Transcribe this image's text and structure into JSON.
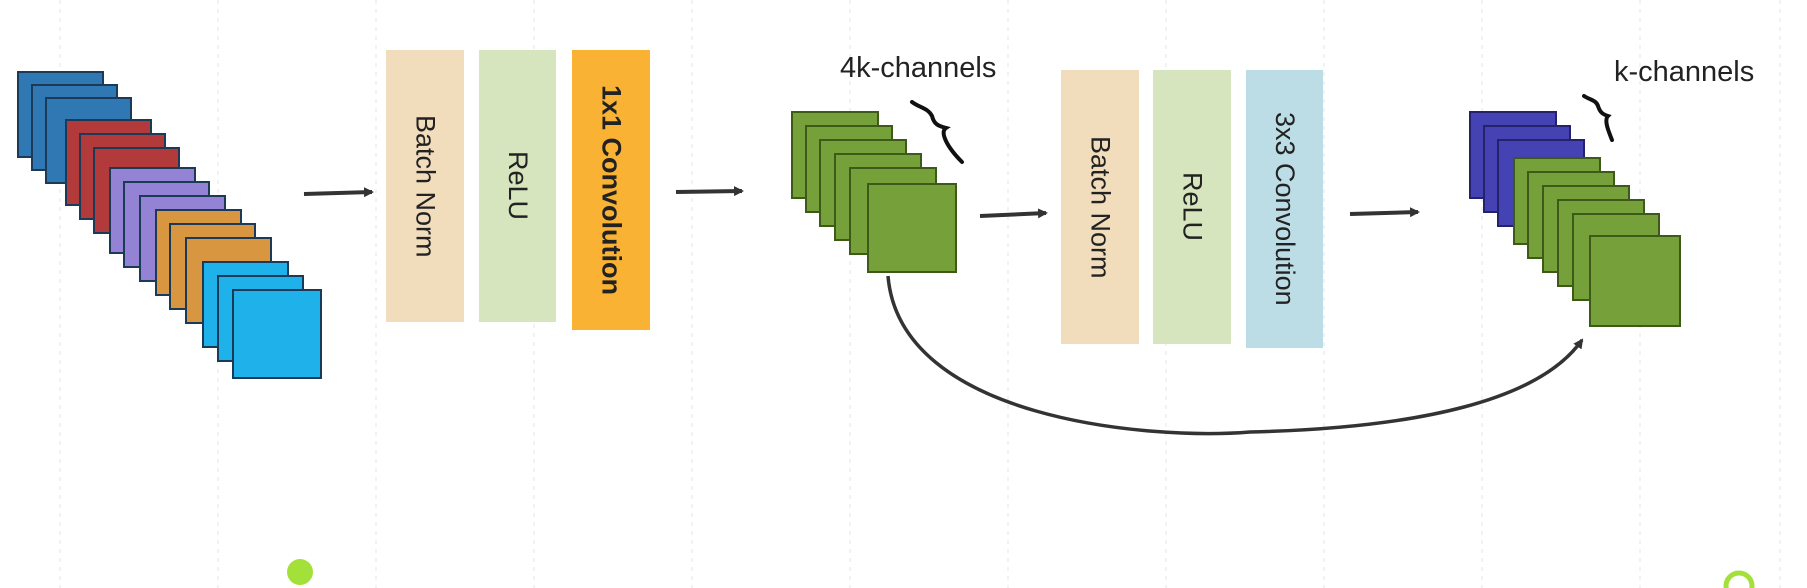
{
  "stage1": {
    "labels": [
      "Batch Norm",
      "ReLU",
      "1x1 Convolution"
    ]
  },
  "stage2": {
    "channels_label": "4k-channels",
    "labels": [
      "Batch Norm",
      "ReLU",
      "3x3 Convolution"
    ]
  },
  "output": {
    "channels_label": "k-channels"
  },
  "colors": {
    "input_stack": [
      "#2f78b4",
      "#b23a3a",
      "#9483d4",
      "#d99640",
      "#1fb2ea"
    ],
    "green_features": "#76a13a",
    "new_features": "#4543b3",
    "batch_norm": "#f1dcbc",
    "relu": "#d6e5bd",
    "conv_1x1": "#f9b233",
    "conv_3x3": "#bcdde6",
    "accent_dot": "#a4e03a"
  }
}
